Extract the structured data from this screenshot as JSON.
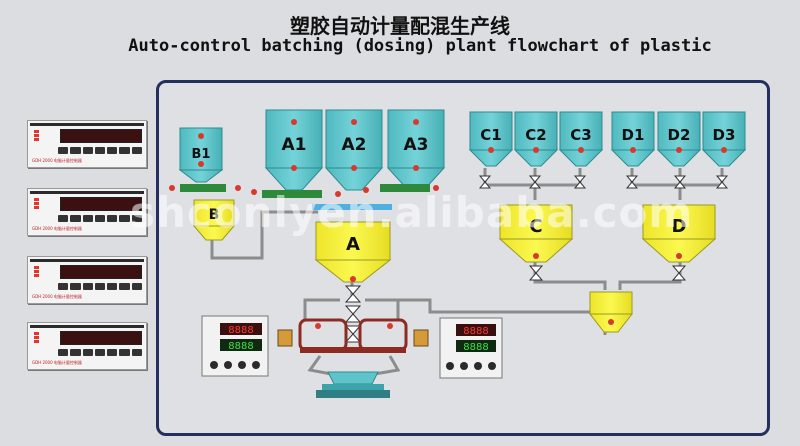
{
  "title": {
    "zh": "塑胶自动计量配混生产线",
    "en": "Auto-control batching (dosing) plant flowchart of plastic"
  },
  "hoppers": {
    "b1": "B1",
    "a1": "A1",
    "a2": "A2",
    "a3": "A3",
    "c1": "C1",
    "c2": "C2",
    "c3": "C3",
    "d1": "D1",
    "d2": "D2",
    "d3": "D3"
  },
  "weighers": {
    "a": "A",
    "b": "B",
    "c": "C",
    "d": "D"
  },
  "controllers": [
    {
      "label": "GDH 2000 电脑计量控制器"
    },
    {
      "label": "GDH 2000 电脑计量控制器"
    },
    {
      "label": "GDH 2000 电脑计量控制器"
    },
    {
      "label": "GDH 2000 电脑计量控制器"
    }
  ],
  "watermark": "shconlyen.alibaba.com",
  "colors": {
    "hopper": "#5fc4c9",
    "weigher": "#f6f232",
    "panel_border": "#23305f",
    "red_dot": "#d8382e",
    "screw": "#2e8a3a"
  },
  "icons": {
    "valve": "valve-icon",
    "screw_conveyor": "screw-conveyor-icon",
    "motor": "motor-icon"
  }
}
